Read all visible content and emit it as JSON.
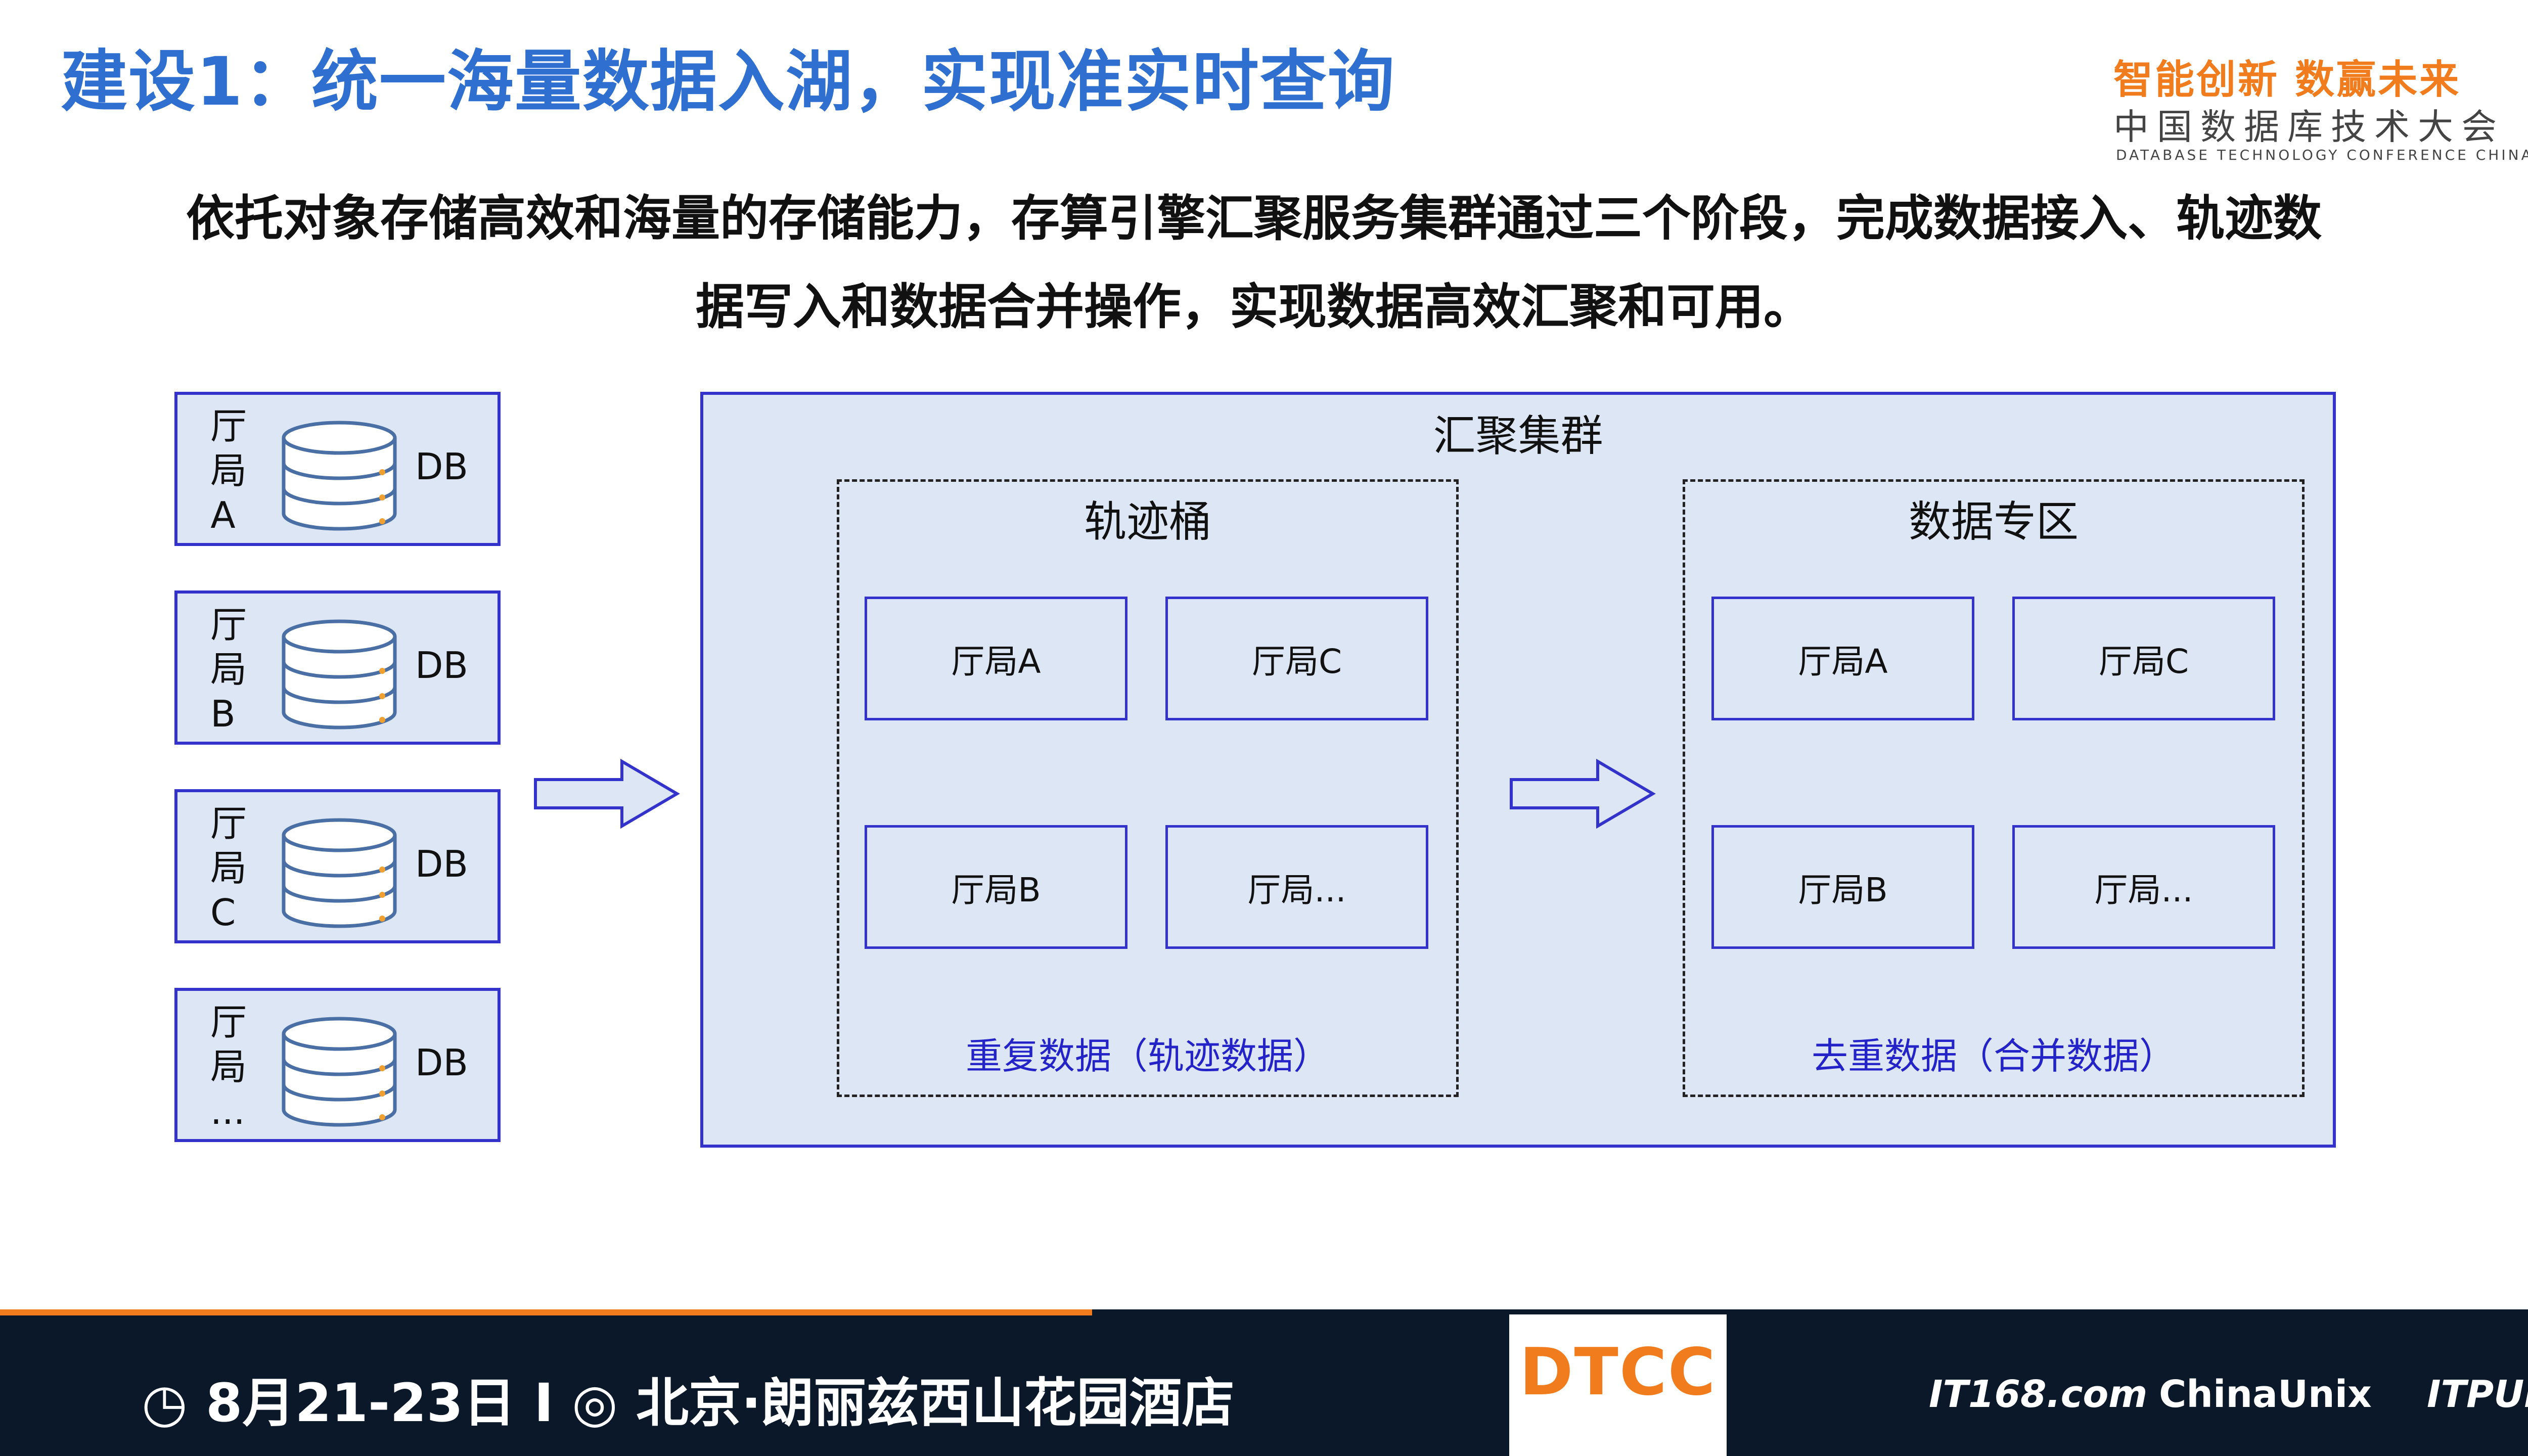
{
  "header": {
    "title": "建设1：统一海量数据入湖，实现准实时查询",
    "slogan": "智能创新 数赢未来",
    "conference_cn": "中国数据库技术大会",
    "conference_en": "DATABASE TECHNOLOGY CONFERENCE CHINA"
  },
  "intro": {
    "line1": "依托对象存储高效和海量的存储能力，存算引擎汇聚服务集群通过三个阶段，完成数据接入、轨迹数",
    "line2": "据写入和数据合并操作，实现数据高效汇聚和可用。"
  },
  "sources": [
    {
      "label": "厅\n局\nA",
      "db": "DB"
    },
    {
      "label": "厅\n局\nB",
      "db": "DB"
    },
    {
      "label": "厅\n局\nC",
      "db": "DB"
    },
    {
      "label": "厅\n局\n...",
      "db": "DB"
    }
  ],
  "cluster": {
    "title": "汇聚集群",
    "bucket": {
      "title": "轨迹桶",
      "tiles": [
        "厅局A",
        "厅局C",
        "厅局B",
        "厅局..."
      ],
      "note": "重复数据（轨迹数据）"
    },
    "zone": {
      "title": "数据专区",
      "tiles": [
        "厅局A",
        "厅局C",
        "厅局B",
        "厅局..."
      ],
      "note": "去重数据（合并数据）"
    }
  },
  "footer": {
    "event": "◷ 8月21-23日  I  ◎ 北京·朗丽兹西山花园酒店",
    "dtcc": "DTCC",
    "sponsor1": "IT168.com",
    "sponsor2": "ChinaUnix",
    "sponsor3": "ITPUB"
  },
  "colors": {
    "title_blue": "#2f6fd0",
    "box_fill": "#dce6f4",
    "box_border": "#3333cc",
    "note_blue": "#2323c8",
    "accent_orange": "#f07c1e"
  }
}
